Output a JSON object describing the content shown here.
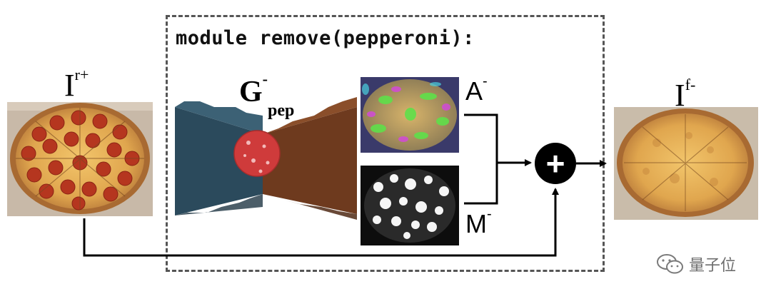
{
  "module": {
    "title": "module remove(pepperoni):"
  },
  "labels": {
    "input_main": "I",
    "input_sup": "r+",
    "output_main": "I",
    "output_sup": "f-",
    "generator_main": "G",
    "generator_sup": "-",
    "generator_sub": "pep",
    "attention_main": "A",
    "attention_sup": "-",
    "mask_main": "M",
    "mask_sup": "-"
  },
  "operator": {
    "symbol": "+"
  },
  "watermark": {
    "text": "量子位"
  },
  "colors": {
    "encoder": "#2b4a5c",
    "decoder": "#6e3a1e",
    "pepperoni": "#cf3b3b",
    "pizza_crust": "#d99a4a",
    "border": "#555555"
  },
  "icons": {
    "add": "plus-circle-icon",
    "watermark": "wechat-logo-icon"
  }
}
